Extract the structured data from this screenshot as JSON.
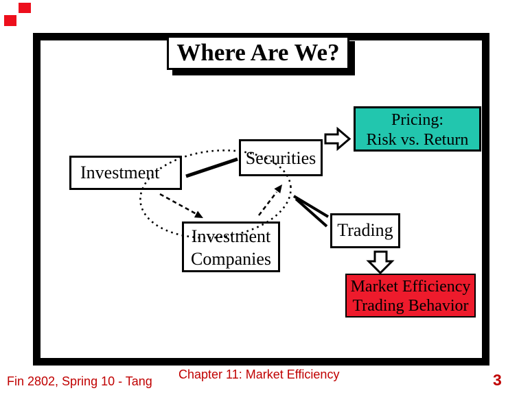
{
  "slide": {
    "title": "Where Are We?",
    "colors": {
      "pricing_box_teal": "#22C6AE",
      "market_box_red": "#EE1B2C",
      "footer_text_red": "#C00000",
      "corner_ornament_red": "#ED0F1C",
      "line_and_border_black": "#000000"
    }
  },
  "nodes": {
    "investment": {
      "label": "Investment"
    },
    "securities": {
      "label": "Securities"
    },
    "investment_companies": {
      "line1": "Investment",
      "line2": "Companies"
    },
    "trading": {
      "label": "Trading"
    },
    "pricing": {
      "line1": "Pricing:",
      "line2": "Risk vs. Return"
    },
    "market": {
      "line1": "Market Efficiency",
      "line2": "Trading Behavior"
    }
  },
  "footer": {
    "course": "Fin 2802, Spring 10 - Tang",
    "chapter": "Chapter 11: Market Efficiency",
    "page": "3"
  }
}
